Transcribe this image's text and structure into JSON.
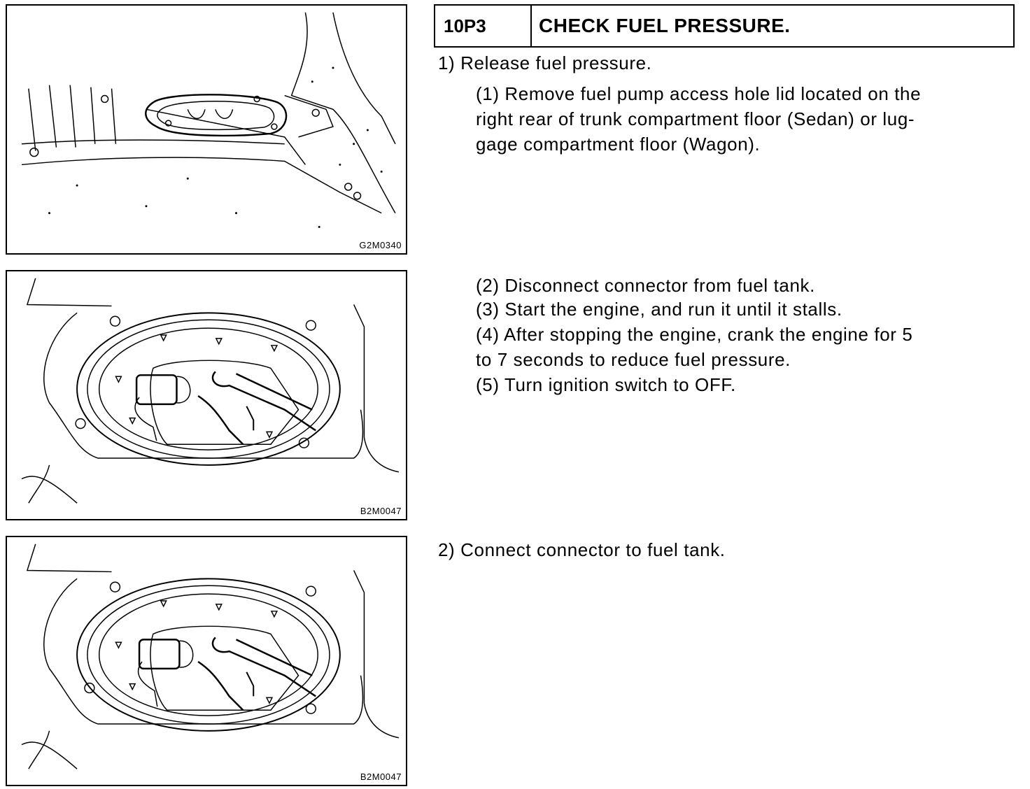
{
  "figures": [
    {
      "code": "G2M0340"
    },
    {
      "code": "B2M0047"
    },
    {
      "code": "B2M0047"
    }
  ],
  "step": {
    "number": "10P3",
    "title": "CHECK FUEL PRESSURE."
  },
  "instructions": {
    "s1": "1)  Release fuel pressure.",
    "s1_1_a": "(1)  Remove fuel pump access hole lid located on the",
    "s1_1_b": "right rear of trunk compartment floor (Sedan) or lug-",
    "s1_1_c": "gage compartment floor (Wagon).",
    "s1_2": "(2)  Disconnect connector from fuel tank.",
    "s1_3": "(3)  Start the engine, and run it until it stalls.",
    "s1_4_a": "(4)  After stopping the engine, crank the engine for 5",
    "s1_4_b": "to 7 seconds to reduce fuel pressure.",
    "s1_5": "(5)  Turn ignition switch to OFF.",
    "s2": "2)  Connect connector to fuel tank."
  }
}
